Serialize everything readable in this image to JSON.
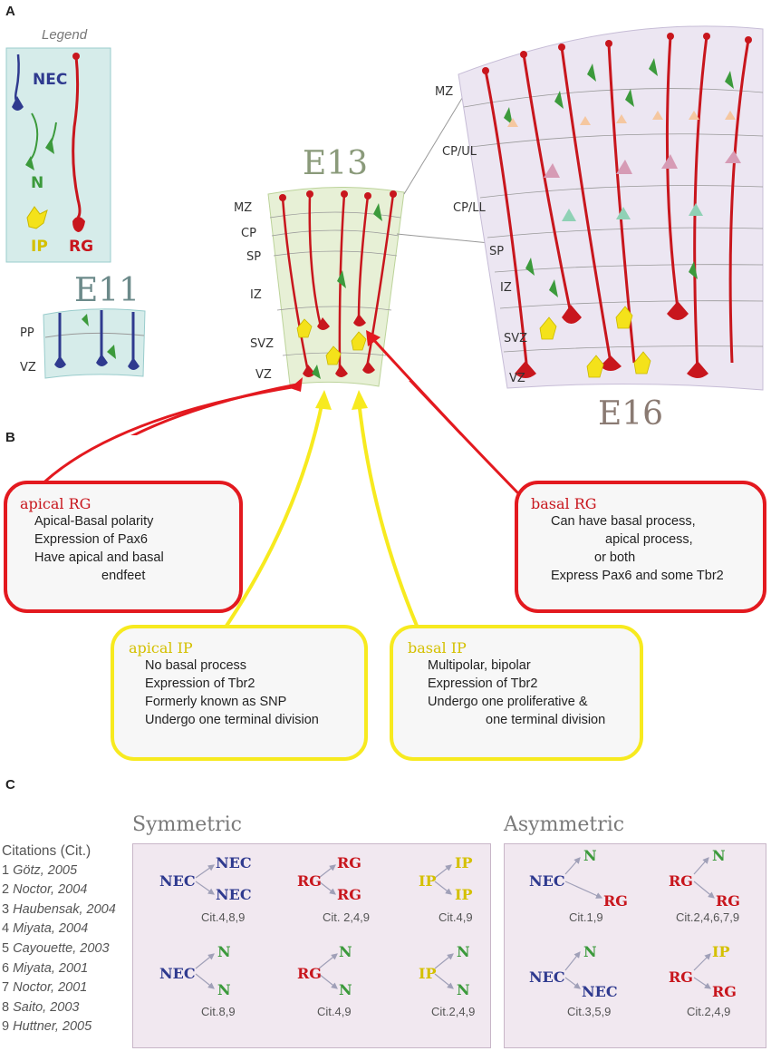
{
  "panels": {
    "a": "A",
    "b": "B",
    "c": "C"
  },
  "colors": {
    "rg": "#c8161d",
    "nec": "#2f3a8f",
    "neuron": "#3c9a3c",
    "ip": "#f4e21a",
    "red_border": "#e3191f",
    "yellow_border": "#f7ea1f"
  },
  "legend": {
    "title": "Legend",
    "nec": "NEC",
    "n": "N",
    "ip": "IP",
    "rg": "RG"
  },
  "e11": {
    "title": "E11",
    "zones": [
      "PP",
      "VZ"
    ]
  },
  "e13": {
    "title": "E13",
    "zones": [
      "MZ",
      "CP",
      "SP",
      "IZ",
      "SVZ",
      "VZ"
    ]
  },
  "e16": {
    "title": "E16",
    "zones": [
      "MZ",
      "CP/UL",
      "CP/LL",
      "SP",
      "IZ",
      "SVZ",
      "VZ"
    ]
  },
  "boxes": {
    "apical_rg": {
      "title": "apical RG",
      "lines": [
        "Apical-Basal polarity",
        "Expression of Pax6",
        "Have apical and basal",
        "endfeet"
      ]
    },
    "basal_rg": {
      "title": "basal RG",
      "lines": [
        "Can have basal process,",
        "apical process,",
        "or both",
        "Express Pax6 and some Tbr2"
      ]
    },
    "apical_ip": {
      "title": "apical IP",
      "lines": [
        "No basal process",
        "Expression of Tbr2",
        "Formerly known as SNP",
        "Undergo one terminal division"
      ]
    },
    "basal_ip": {
      "title": "basal IP",
      "lines": [
        "Multipolar, bipolar",
        "Expression of Tbr2",
        "Undergo one proliferative &",
        "one terminal division"
      ]
    }
  },
  "citations": {
    "title": "Citations (Cit.)",
    "items": [
      {
        "num": "1",
        "ref": "Götz, 2005"
      },
      {
        "num": "2",
        "ref": "Noctor, 2004"
      },
      {
        "num": "3",
        "ref": "Haubensak, 2004"
      },
      {
        "num": "4",
        "ref": "Miyata, 2004"
      },
      {
        "num": "5",
        "ref": "Cayouette, 2003"
      },
      {
        "num": "6",
        "ref": "Miyata, 2001"
      },
      {
        "num": "7",
        "ref": "Noctor, 2001"
      },
      {
        "num": "8",
        "ref": "Saito, 2003"
      },
      {
        "num": "9",
        "ref": "Huttner, 2005"
      }
    ]
  },
  "symmetric": {
    "title": "Symmetric",
    "cells": [
      {
        "parent": "NEC",
        "top": "NEC",
        "bottom": "NEC",
        "cit": "Cit.4,8,9"
      },
      {
        "parent": "RG",
        "top": "RG",
        "bottom": "RG",
        "cit": "Cit. 2,4,9"
      },
      {
        "parent": "IP",
        "top": "IP",
        "bottom": "IP",
        "cit": "Cit.4,9"
      },
      {
        "parent": "NEC",
        "top": "N",
        "bottom": "N",
        "cit": "Cit.8,9"
      },
      {
        "parent": "RG",
        "top": "N",
        "bottom": "N",
        "cit": "Cit.4,9"
      },
      {
        "parent": "IP",
        "top": "N",
        "bottom": "N",
        "cit": "Cit.2,4,9"
      }
    ]
  },
  "asymmetric": {
    "title": "Asymmetric",
    "cells": [
      {
        "parent": "NEC",
        "top": "N",
        "bottom": "RG",
        "cit": "Cit.1,9"
      },
      {
        "parent": "RG",
        "top": "N",
        "bottom": "RG",
        "cit": "Cit.2,4,6,7,9"
      },
      {
        "parent": "NEC",
        "top": "N",
        "bottom": "NEC",
        "cit": "Cit.3,5,9"
      },
      {
        "parent": "RG",
        "top": "IP",
        "bottom": "RG",
        "cit": "Cit.2,4,9"
      }
    ]
  }
}
